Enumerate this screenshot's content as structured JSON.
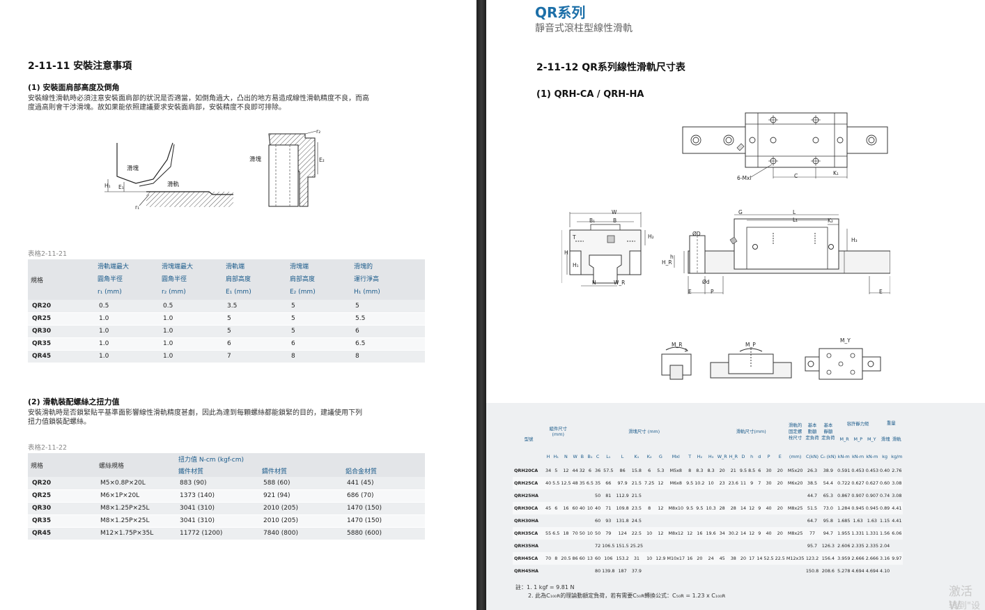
{
  "left": {
    "s1_title": "2-11-11 安裝注意事項",
    "s1_sub": "(1) 安裝面肩部高度及倒角",
    "s1_text1": "安裝線性滑軌時必須注意安裝面肩部的狀況是否適當，如倒角過大，凸出的地方易造成線性滑軌精度不良，而高",
    "s1_text2": "度過高則會干涉滑塊。故如果能依照建議要求安裝面肩部，安裝精度不良即可排除。",
    "diag1": {
      "block": "滑塊",
      "rail": "滑軌",
      "h1": "H₁",
      "e1": "E₁",
      "r1": "r₁"
    },
    "diag2": {
      "block": "滑塊",
      "r2": "r₂",
      "e2": "E₂"
    },
    "table1_caption": "表格2-11-21",
    "table1": {
      "h_model": "規格",
      "cols": [
        [
          "滑軌端最大",
          "圓角半徑",
          "r₁ (mm)"
        ],
        [
          "滑塊端最大",
          "圓角半徑",
          "r₂ (mm)"
        ],
        [
          "滑軌端",
          "肩部高度",
          "E₁ (mm)"
        ],
        [
          "滑塊端",
          "肩部高度",
          "E₂ (mm)"
        ],
        [
          "滑塊的",
          "運行淨高",
          "H₁ (mm)"
        ]
      ],
      "rows": [
        [
          "QR20",
          "0.5",
          "0.5",
          "3.5",
          "5",
          "5"
        ],
        [
          "QR25",
          "1.0",
          "1.0",
          "5",
          "5",
          "5.5"
        ],
        [
          "QR30",
          "1.0",
          "1.0",
          "5",
          "5",
          "6"
        ],
        [
          "QR35",
          "1.0",
          "1.0",
          "6",
          "6",
          "6.5"
        ],
        [
          "QR45",
          "1.0",
          "1.0",
          "7",
          "8",
          "8"
        ]
      ]
    },
    "s2_sub": "(2) 滑軌裝配螺絲之扭力值",
    "s2_text1": "安裝滑軌時是否鎖緊貼平基準面影響線性滑軌精度甚劇，因此為達到每顆螺絲都能鎖緊的目的，建議使用下列",
    "s2_text2": "扭力值鎖裝配螺絲。",
    "table2_caption": "表格2-11-22",
    "table2": {
      "h_model": "規格",
      "h_screw": "螺絲規格",
      "h_torque": "扭力值 N-cm (kgf-cm)",
      "h_iron": "鐵件材質",
      "h_cast": "鑄件材質",
      "h_al": "鋁合金材質",
      "rows": [
        [
          "QR20",
          "M5×0.8P×20L",
          "883 (90)",
          "588 (60)",
          "441 (45)"
        ],
        [
          "QR25",
          "M6×1P×20L",
          "1373 (140)",
          "921 (94)",
          "686 (70)"
        ],
        [
          "QR30",
          "M8×1.25P×25L",
          "3041 (310)",
          "2010 (205)",
          "1470 (150)"
        ],
        [
          "QR35",
          "M8×1.25P×25L",
          "3041 (310)",
          "2010 (205)",
          "1470 (150)"
        ],
        [
          "QR45",
          "M12×1.75P×35L",
          "11772 (1200)",
          "7840 (800)",
          "5880 (600)"
        ]
      ]
    }
  },
  "right": {
    "series_title": "QR系列",
    "series_sub": "靜音式滾柱型線性滑軌",
    "s_title": "2-11-12 QR系列線性滑軌尺寸表",
    "s_sub": "(1) QRH-CA / QRH-HA",
    "dims_top": {
      "mxl": "6-Mxl",
      "c": "C",
      "k1": "K₁"
    },
    "dims_front": {
      "w": "W",
      "b1": "B₁",
      "b": "B",
      "t": "T",
      "h2": "H₂",
      "h": "H",
      "h1": "H₁",
      "n": "N",
      "wr": "W_R"
    },
    "dims_side": {
      "g": "G",
      "l": "L",
      "l1": "L₁",
      "k2": "K₂",
      "od": "ØD",
      "h3": "H₃",
      "hr": "H_R",
      "h_small": "h",
      "d": "Ød",
      "e1": "E",
      "p": "P",
      "e2": "E"
    },
    "moments": {
      "mr": "M_R",
      "mp": "M_P",
      "my": "M_Y"
    },
    "spec": {
      "h_model": "型號",
      "h_assembly": "組件尺寸\n(mm)",
      "h_block": "滑塊尺寸 (mm)",
      "h_rail": "滑軌尺寸(mm)",
      "h_bolt": "滑軌的\n固定螺\n栓尺寸",
      "h_dyn": "基本\n動額\n定負荷",
      "h_stat": "基本\n靜額\n定負荷",
      "h_moment": "容許靜力矩",
      "h_weight": "重量",
      "h_mr": "M_R",
      "h_mp": "M_P",
      "h_my": "M_Y",
      "h_wblock": "滑塊",
      "h_wrail": "滑軌",
      "units": [
        "H",
        "H₁",
        "N",
        "W",
        "B",
        "B₁",
        "C",
        "L₁",
        "L",
        "K₁",
        "K₂",
        "G",
        "Mxl",
        "T",
        "H₂",
        "H₃",
        "W_R",
        "H_R",
        "D",
        "h",
        "d",
        "P",
        "E",
        "(mm)",
        "C(kN)",
        "C₀ (kN)",
        "kN-m",
        "kN-m",
        "kN-m",
        "kg",
        "kg/m"
      ],
      "rows": [
        [
          "QRH20CA",
          "34",
          "5",
          "12",
          "44",
          "32",
          "6",
          "36",
          "57.5",
          "86",
          "15.8",
          "6",
          "5.3",
          "M5x8",
          "8",
          "8.3",
          "8.3",
          "20",
          "21",
          "9.5",
          "8.5",
          "6",
          "30",
          "20",
          "M5x20",
          "26.3",
          "38.9",
          "0.591",
          "0.453",
          "0.453",
          "0.40",
          "2.76"
        ],
        [
          "QRH25CA",
          "40",
          "5.5",
          "12.5",
          "48",
          "35",
          "6.5",
          "35",
          "66",
          "97.9",
          "21.5",
          "7.25",
          "12",
          "M6x8",
          "9.5",
          "10.2",
          "10",
          "23",
          "23.6",
          "11",
          "9",
          "7",
          "30",
          "20",
          "M6x20",
          "38.5",
          "54.4",
          "0.722",
          "0.627",
          "0.627",
          "0.60",
          "3.08"
        ],
        [
          "QRH25HA",
          "",
          "",
          "",
          "",
          "",
          "",
          "50",
          "81",
          "112.9",
          "21.5",
          "",
          "",
          "",
          "",
          "",
          "",
          "",
          "",
          "",
          "",
          "",
          "",
          "",
          "",
          "44.7",
          "65.3",
          "0.867",
          "0.907",
          "0.907",
          "0.74",
          "3.08"
        ],
        [
          "QRH30CA",
          "45",
          "6",
          "16",
          "60",
          "40",
          "10",
          "40",
          "71",
          "109.8",
          "23.5",
          "8",
          "12",
          "M8x10",
          "9.5",
          "9.5",
          "10.3",
          "28",
          "28",
          "14",
          "12",
          "9",
          "40",
          "20",
          "M8x25",
          "51.5",
          "73.0",
          "1.284",
          "0.945",
          "0.945",
          "0.89",
          "4.41"
        ],
        [
          "QRH30HA",
          "",
          "",
          "",
          "",
          "",
          "",
          "60",
          "93",
          "131.8",
          "24.5",
          "",
          "",
          "",
          "",
          "",
          "",
          "",
          "",
          "",
          "",
          "",
          "",
          "",
          "",
          "64.7",
          "95.8",
          "1.685",
          "1.63",
          "1.63",
          "1.15",
          "4.41"
        ],
        [
          "QRH35CA",
          "55",
          "6.5",
          "18",
          "70",
          "50",
          "10",
          "50",
          "79",
          "124",
          "22.5",
          "10",
          "12",
          "M8x12",
          "12",
          "16",
          "19.6",
          "34",
          "30.2",
          "14",
          "12",
          "9",
          "40",
          "20",
          "M8x25",
          "77",
          "94.7",
          "1.955",
          "1.331",
          "1.331",
          "1.56",
          "6.06"
        ],
        [
          "QRH35HA",
          "",
          "",
          "",
          "",
          "",
          "",
          "72",
          "106.5",
          "151.5",
          "25.25",
          "",
          "",
          "",
          "",
          "",
          "",
          "",
          "",
          "",
          "",
          "",
          "",
          "",
          "",
          "95.7",
          "126.3",
          "2.606",
          "2.335",
          "2.335",
          "2.04",
          ""
        ],
        [
          "QRH45CA",
          "70",
          "8",
          "20.5",
          "86",
          "60",
          "13",
          "60",
          "106",
          "153.2",
          "31",
          "10",
          "12.9",
          "M10x17",
          "16",
          "20",
          "24",
          "45",
          "38",
          "20",
          "17",
          "14",
          "52.5",
          "22.5",
          "M12x35",
          "123.2",
          "156.4",
          "3.959",
          "2.666",
          "2.666",
          "3.16",
          "9.97"
        ],
        [
          "QRH45HA",
          "",
          "",
          "",
          "",
          "",
          "",
          "80",
          "139.8",
          "187",
          "37.9",
          "",
          "",
          "",
          "",
          "",
          "",
          "",
          "",
          "",
          "",
          "",
          "",
          "",
          "",
          "150.8",
          "208.6",
          "5.278",
          "4.694",
          "4.694",
          "4.10",
          ""
        ]
      ]
    },
    "note1": "註：1.  1 kgf = 9.81 N",
    "note2": "2.  此為C₁₀₀ʀ的理論動額定負荷，若有需要C₅₀ʀ轉換公式：C₅₀ʀ = 1.23 x C₁₀₀ʀ",
    "watermark1": "激活 W",
    "watermark2": "转到\"设"
  }
}
